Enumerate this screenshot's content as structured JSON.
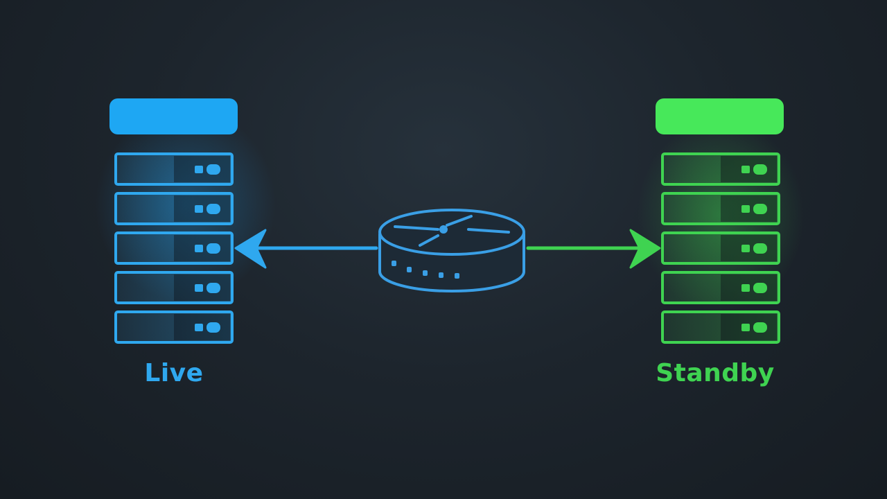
{
  "diagram": {
    "live": {
      "label": "Live",
      "color": "#2fa8ef",
      "header_color": "#1ea7f3",
      "units": 5
    },
    "standby": {
      "label": "Standby",
      "color": "#3fd351",
      "header_color": "#47e85a",
      "units": 5
    },
    "router": {
      "color": "#3a9fe6",
      "indicator_lights": 5
    },
    "connections": [
      {
        "from": "router",
        "to": "live",
        "color": "#2fa8ef"
      },
      {
        "from": "router",
        "to": "standby",
        "color": "#3fd351"
      }
    ],
    "icons": [
      "server-rack-icon",
      "router-icon",
      "arrow-left-icon",
      "arrow-right-icon"
    ]
  }
}
